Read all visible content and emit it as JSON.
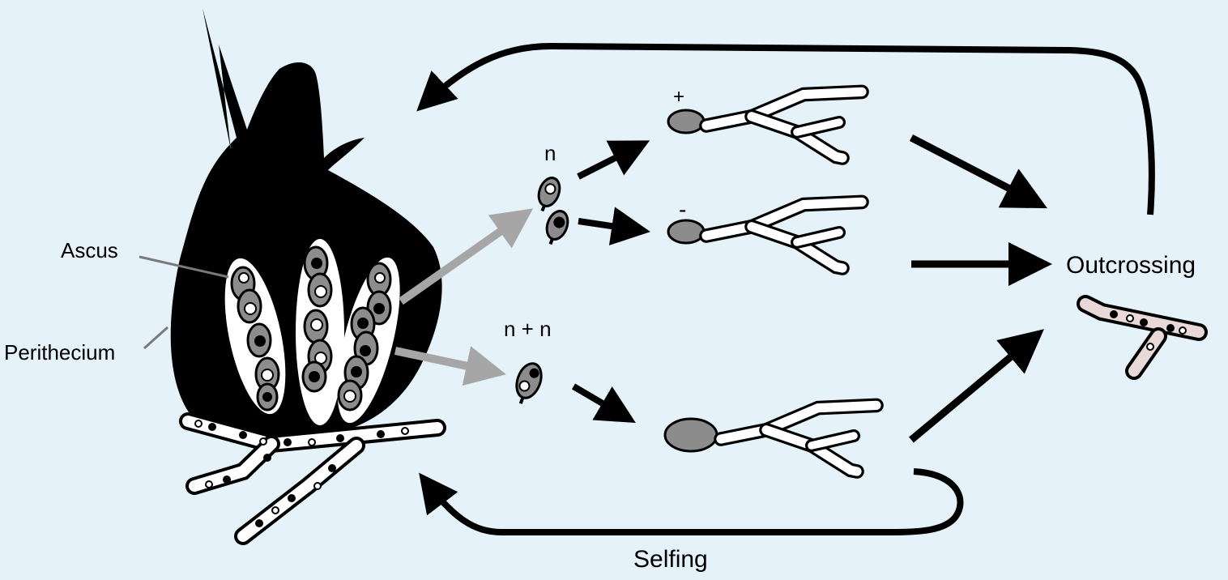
{
  "labels": {
    "ascus": "Ascus",
    "perithecium": "Perithecium",
    "haploid": "n",
    "dikaryon": "n + n",
    "plus": "+",
    "minus": "-",
    "outcrossing": "Outcrossing",
    "selfing": "Selfing"
  },
  "colors": {
    "background": "#e6f2fa",
    "ink": "#000000",
    "spore_grey": "#8c8c8c",
    "arrow_grey": "#a6a6a6",
    "fused_hypha": "#e8d8d8"
  }
}
